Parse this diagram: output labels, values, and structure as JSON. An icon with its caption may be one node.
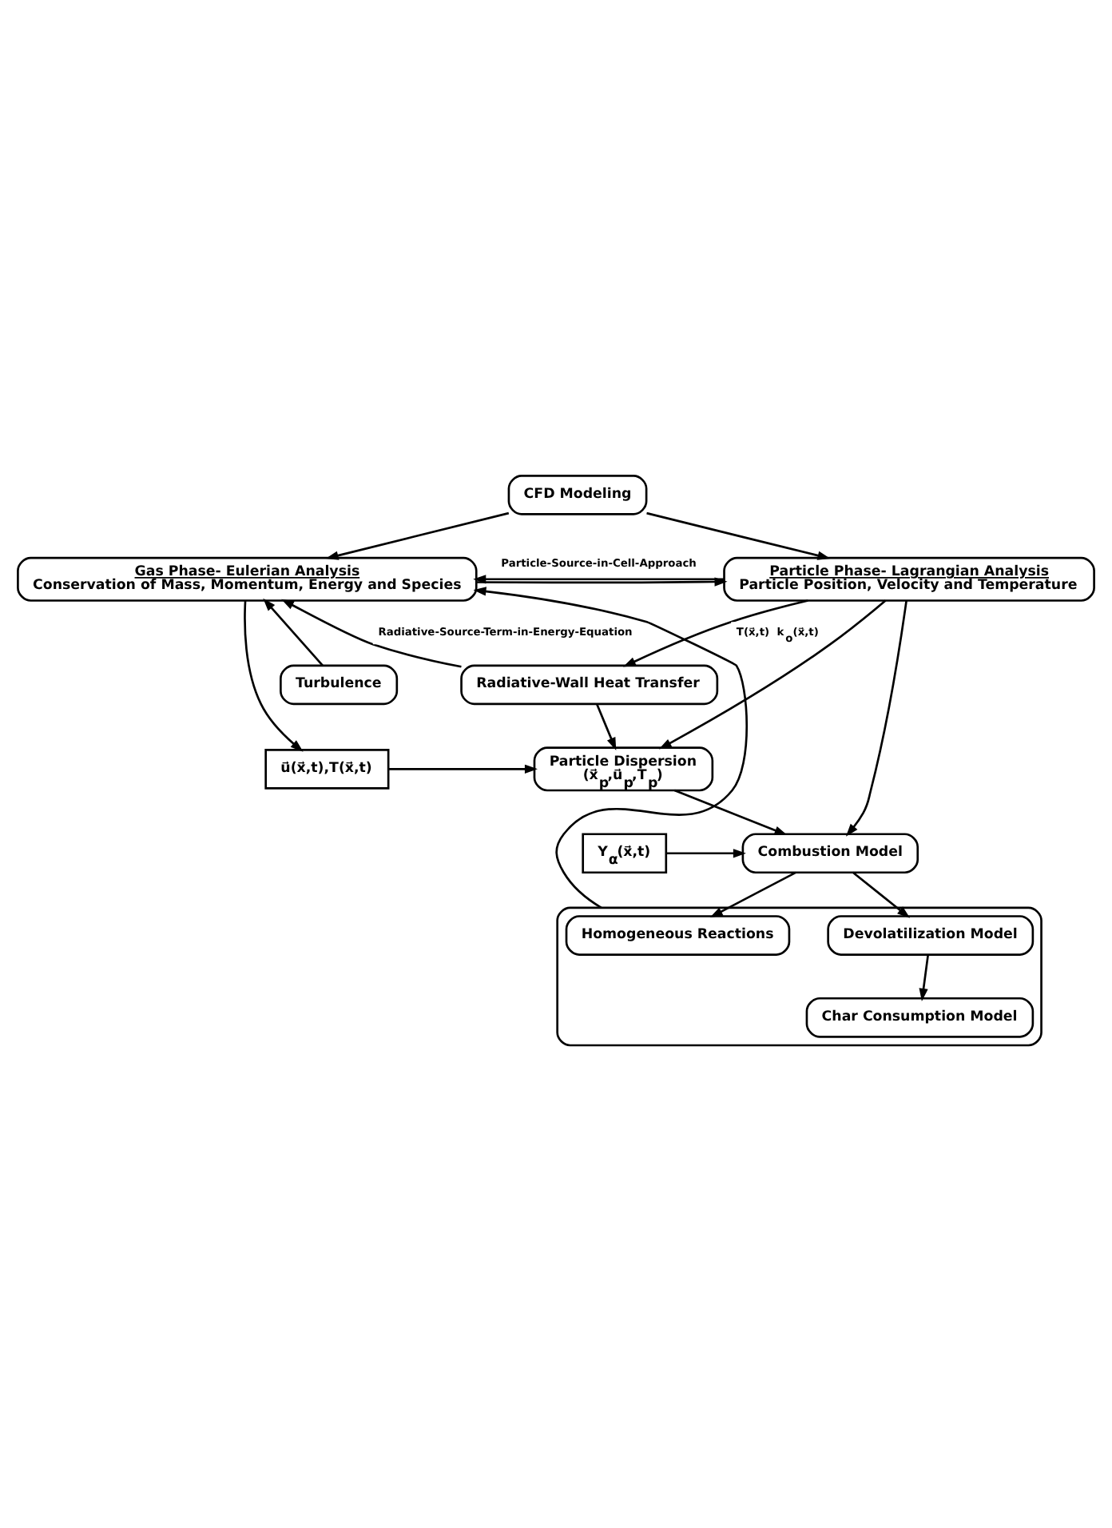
{
  "diagram": {
    "nodes": [
      {
        "text": [
          "CFD Modeling"
        ]
      },
      {
        "text": [
          "Gas Phase- Eulerian Analysis",
          "Conservation of Mass, Momentum, Energy and Species"
        ]
      },
      {
        "text": [
          "Particle Phase- Lagrangian Analysis",
          "Particle Position, Velocity and Temperature"
        ]
      },
      {
        "text": [
          "Turbulence"
        ]
      },
      {
        "text": [
          "Radiative-Wall Heat Transfer"
        ]
      },
      {
        "text": [
          "u⃗(x⃗,t),T(x⃗,t)"
        ]
      },
      {
        "text": [
          "Particle Dispersion",
          "(x⃗$_{p}$,u⃗$_{p}$,T$_{p}$)"
        ]
      },
      {
        "text": [
          "Y$_{α}$(x⃗,t)"
        ]
      },
      {
        "text": [
          "Combustion Model"
        ]
      },
      {
        "text": [],
        "shape": "box"
      },
      {
        "text": [
          "Homogeneous Reactions"
        ],
        "in": 9
      },
      {
        "text": [
          "Devolatilization Model"
        ],
        "in": 9
      },
      {
        "text": [
          "Char Consumption Model"
        ],
        "in": 9
      }
    ],
    "edges": [
      {
        "from": 0,
        "to": 1,
        "arrow": "to"
      },
      {
        "from": 0,
        "to": 2,
        "arrow": "to"
      },
      {
        "from": 2,
        "to": 1,
        "arrow": "to",
        "label": "Particle-Source-in-Cell-Approach"
      },
      {
        "from": 1,
        "to": 2,
        "arrow": "to"
      },
      {
        "from": 3,
        "to": 1,
        "arrow": "to"
      },
      {
        "from": 4,
        "to": 1,
        "arrow": "to",
        "label": "Radiative-Source-Term-in-Energy-Equation"
      },
      {
        "from": 2,
        "to": 4,
        "arrow": "to",
        "label": "T(x⃗,t)  k$_{o}$(x⃗,t)"
      },
      {
        "from": 1,
        "to": 5,
        "arrow": "to"
      },
      {
        "from": 5,
        "to": 6,
        "arrow": "to"
      },
      {
        "from": 2,
        "to": 6,
        "arrow": "to"
      },
      {
        "from": 4,
        "to": 6,
        "arrow": "to"
      },
      {
        "from": 2,
        "to": 8,
        "arrow": "to"
      },
      {
        "from": 6,
        "to": 8,
        "arrow": "to"
      },
      {
        "from": 7,
        "to": 8,
        "arrow": "to"
      },
      {
        "from": 8,
        "to": 10,
        "arrow": "to"
      },
      {
        "from": 8,
        "to": 11,
        "arrow": "to"
      },
      {
        "from": 11,
        "to": 12,
        "arrow": "to"
      },
      {
        "from": 9,
        "to": 1,
        "arrow": "to"
      }
    ]
  }
}
